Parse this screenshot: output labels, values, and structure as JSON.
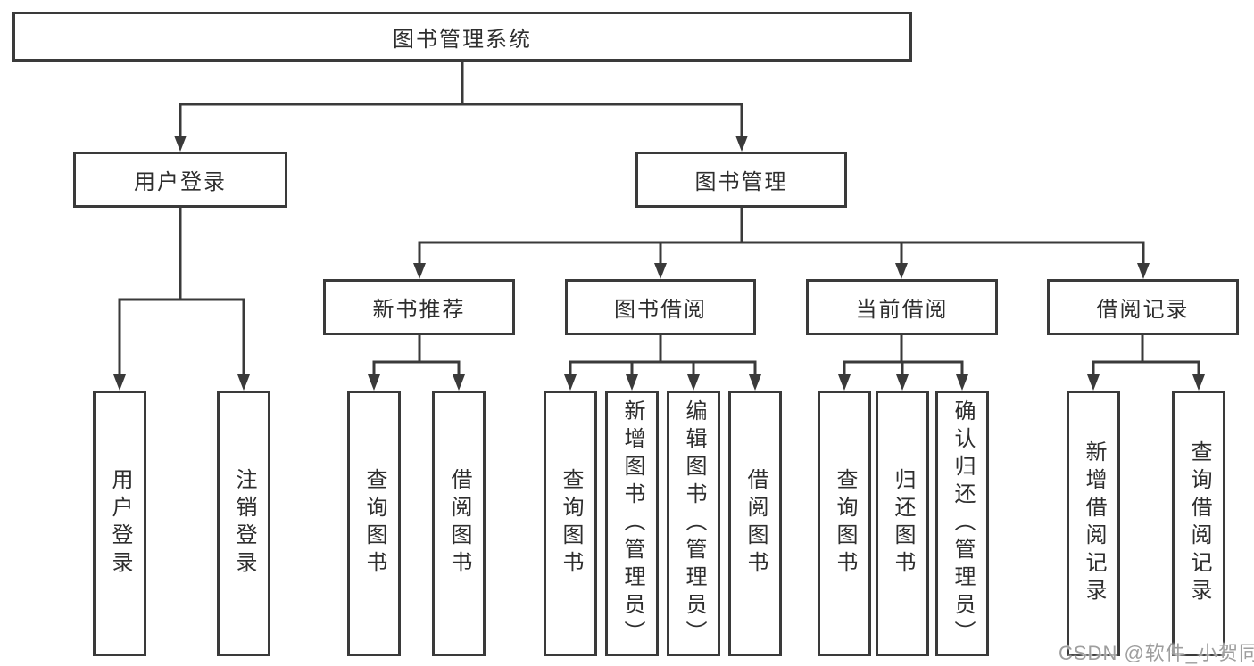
{
  "diagram": {
    "title": "图书管理系统",
    "branches": [
      {
        "label": "用户登录",
        "children": [
          {
            "label": "用户登录"
          },
          {
            "label": "注销登录"
          }
        ]
      },
      {
        "label": "图书管理",
        "children": [
          {
            "label": "新书推荐",
            "children": [
              {
                "label": "查询图书"
              },
              {
                "label": "借阅图书"
              }
            ]
          },
          {
            "label": "图书借阅",
            "children": [
              {
                "label": "查询图书"
              },
              {
                "label": "新增图书（管理员）"
              },
              {
                "label": "编辑图书（管理员）"
              },
              {
                "label": "借阅图书"
              }
            ]
          },
          {
            "label": "当前借阅",
            "children": [
              {
                "label": "查询图书"
              },
              {
                "label": "归还图书"
              },
              {
                "label": "确认归还（管理员）"
              }
            ]
          },
          {
            "label": "借阅记录",
            "children": [
              {
                "label": "新增借阅记录"
              },
              {
                "label": "查询借阅记录"
              }
            ]
          }
        ]
      }
    ]
  },
  "watermark": {
    "text": "CSDN @软件_小贺同学"
  },
  "colors": {
    "line": "#3a3a3a",
    "box_border": "#3a3a3a",
    "box_fill": "#ffffff",
    "text": "#2e2e2e",
    "watermark": "#9e9e9e",
    "background": "#ffffff"
  }
}
